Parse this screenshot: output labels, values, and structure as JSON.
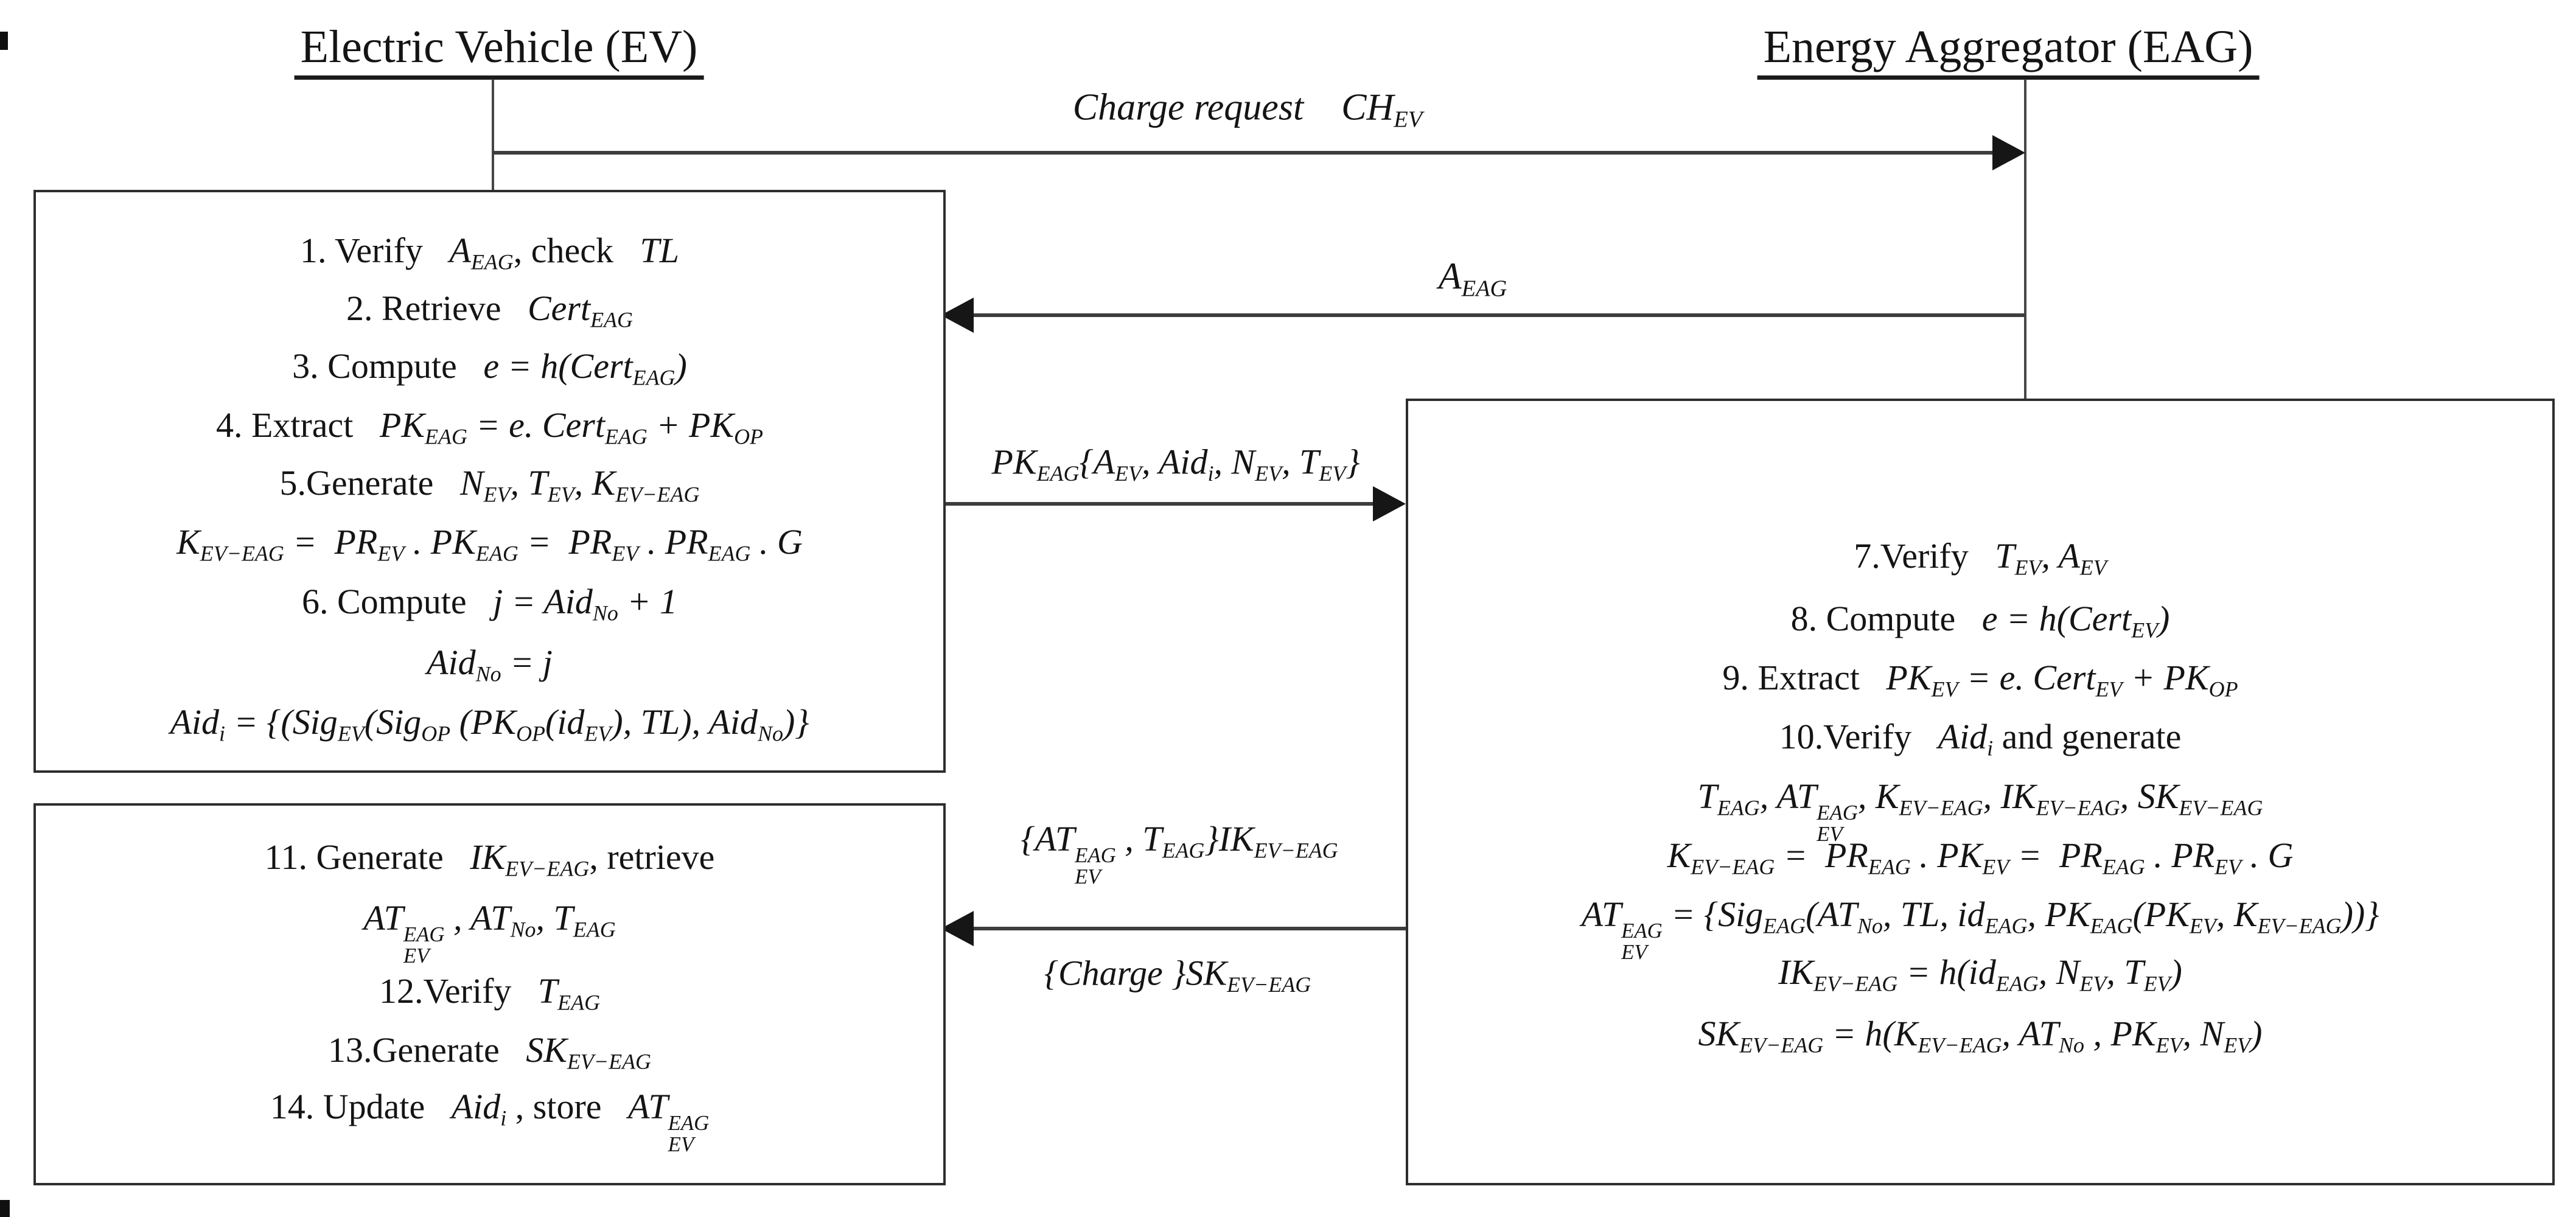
{
  "diagram": {
    "left_actor": "Electric Vehicle (EV)",
    "right_actor": "Energy Aggregator (EAG)",
    "colors": {
      "background": "#ffffff",
      "text": "#141414",
      "box_border": "#2e2e2e",
      "arrow_line": "#3d3d3d",
      "arrow_head": "#161616"
    },
    "messages": {
      "charge_request": "*Charge request    CH_{EV}*",
      "a_eag": "*A_{EAG}*",
      "pk_package": "*PK_{EAG}{A_{EV}, Aid_{i}, N_{EV}, T_{EV}}*",
      "at_package": "*{AT${EAG|EV} , T_{EAG}}IK_{EV−EAG}*",
      "charge_grant": "*{Charge }SK_{EV−EAG}*"
    },
    "ev_steps_box1": [
      "1. Verify   *A_{EAG}*, check   *TL*",
      "2. Retrieve   *Cert_{EAG}*",
      "3. Compute   *e = h(Cert_{EAG})*",
      "4. Extract   *PK_{EAG} = e. Cert_{EAG} + PK_{OP}*",
      "5.Generate   *N_{EV}, T_{EV}, K_{EV−EAG}*",
      "*K_{EV−EAG} =  PR_{EV} . PK_{EAG} =  PR_{EV} . PR_{EAG} . G*",
      "6. Compute   *j = Aid_{No} + 1*",
      "*Aid_{No} = j*",
      "*Aid_{i} = {(Sig_{EV}(Sig_{OP} (PK_{OP}(id_{EV}), TL), Aid_{No})}*"
    ],
    "ev_steps_box2": [
      "11. Generate   *IK_{EV−EAG}*, retrieve",
      "*AT${EAG|EV} , AT_{No}, T_{EAG}*",
      "12.Verify   *T_{EAG}*",
      "13.Generate   *SK_{EV−EAG}*",
      "14. Update   *Aid_{i}* , store   *AT${EAG|EV}*"
    ],
    "eag_steps_box3": [
      "7.Verify   *T_{EV}, A_{EV}*",
      "8. Compute   *e = h(Cert_{EV})*",
      "9. Extract   *PK_{EV} = e. Cert_{EV} + PK_{OP}*",
      "10.Verify   *Aid_{i}* and generate",
      "*T_{EAG}, AT${EAG|EV}, K_{EV−EAG}, IK_{EV−EAG}, SK_{EV−EAG}*",
      "*K_{EV−EAG} =  PR_{EAG} . PK_{EV} =  PR_{EAG} . PR_{EV} . G*",
      "*AT${EAG|EV} = {Sig_{EAG}(AT_{No}, TL, id_{EAG}, PK_{EAG}(PK_{EV}, K_{EV−EAG}))}*",
      "*IK_{EV−EAG} = h(id_{EAG}, N_{EV}, T_{EV})*",
      "*SK_{EV−EAG} = h(K_{EV−EAG}, AT_{No} , PK_{EV}, N_{EV})*"
    ]
  }
}
